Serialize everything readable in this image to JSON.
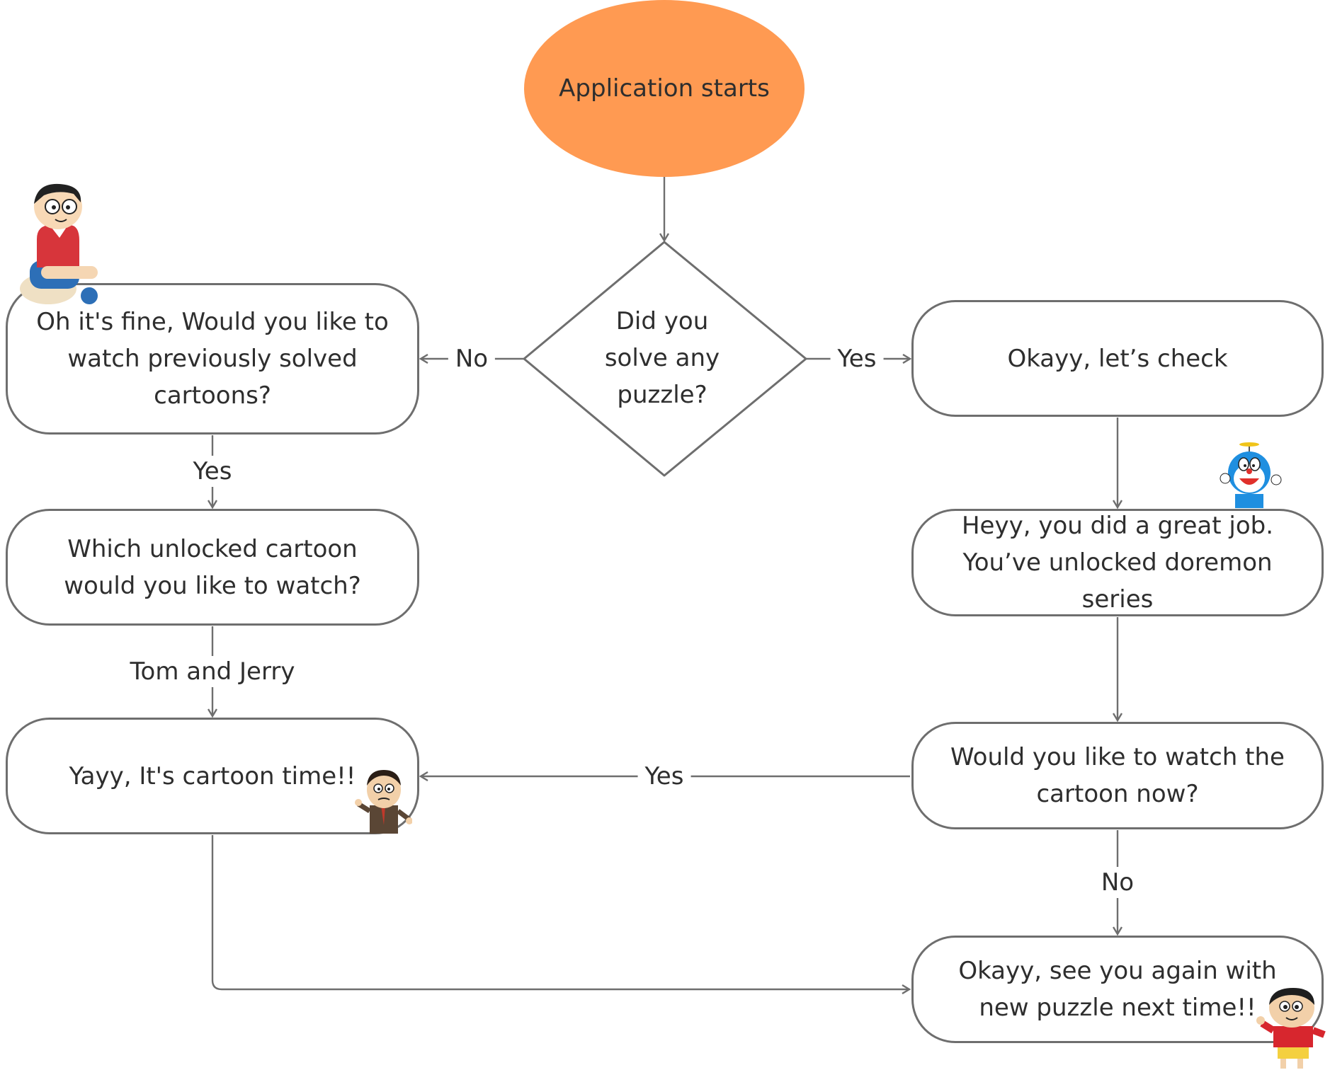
{
  "nodes": {
    "start": "Application starts",
    "decision": "Did you solve any puzzle?",
    "no_branch": "Oh it's fine, Would you like to watch previously solved cartoons?",
    "which": "Which unlocked cartoon would you like to watch?",
    "cartoon_time": "Yayy, It's cartoon time!!",
    "check": "Okayy, let’s check",
    "unlocked": "Heyy, you did a great job. You’ve unlocked doremon series",
    "watch_now": "Would you like to watch the cartoon now?",
    "see_you": "Okayy, see you again with new puzzle next time!!"
  },
  "edge_labels": {
    "decision_no": "No",
    "decision_yes": "Yes",
    "watch_prev_yes": "Yes",
    "tom_and_jerry": "Tom and Jerry",
    "watch_now_yes": "Yes",
    "watch_now_no": "No"
  },
  "colors": {
    "start_fill": "#ff9a52",
    "stroke": "#6e6e6e",
    "text": "#2e2e2e"
  },
  "decorations": [
    "nobita-character",
    "doraemon-character",
    "mr-bean-character",
    "shinchan-character"
  ]
}
